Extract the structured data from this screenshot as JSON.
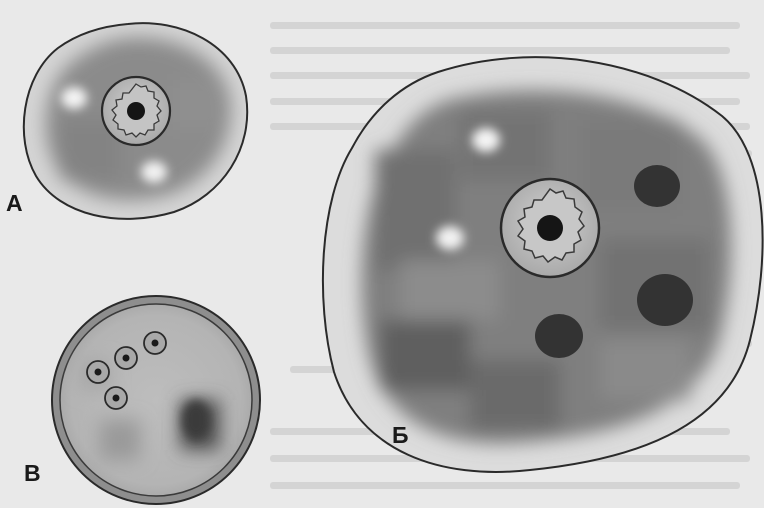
{
  "figure": {
    "panels": [
      {
        "id": "A",
        "label": "А"
      },
      {
        "id": "B",
        "label": "Б"
      },
      {
        "id": "V",
        "label": "В"
      }
    ]
  },
  "colors": {
    "paper": "#e9e9e9",
    "cell_fill": "#8d8d8d",
    "cell_rim": "#d9d9d9",
    "outline": "#2a2a2a",
    "nucleus_fill": "#bdbdbd",
    "granule": "#333333",
    "nucleolus": "#151515"
  },
  "icons": {
    "nucleus": "nucleus-icon",
    "granule": "granule-icon"
  }
}
